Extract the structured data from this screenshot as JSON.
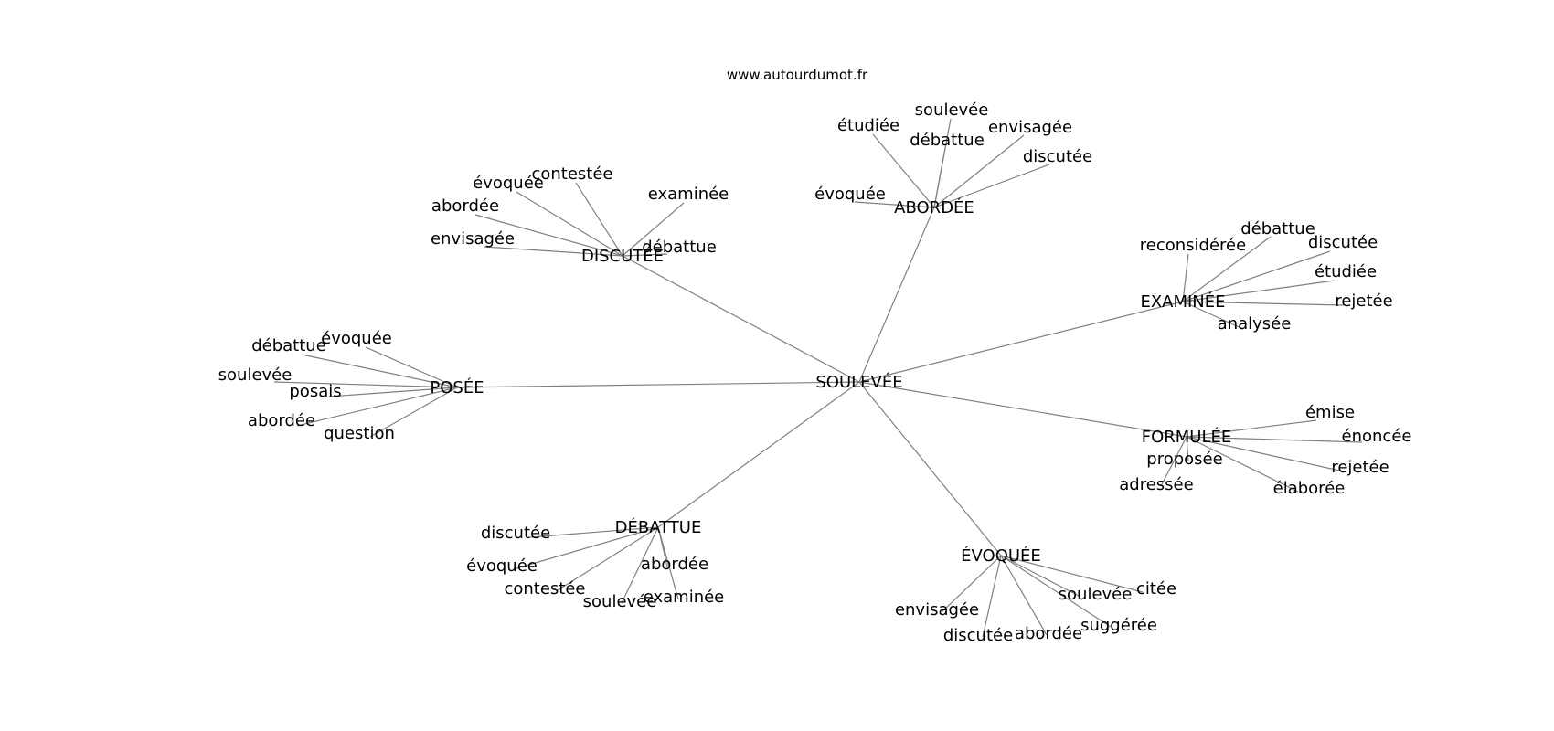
{
  "header": {
    "site": "www.autourdumot.fr"
  },
  "style": {
    "edge_color": "#808080",
    "text_color": "#000000",
    "background": "#ffffff"
  },
  "graph": {
    "center": "SOULEVÉE",
    "clusters": [
      {
        "label": "ABORDÉE",
        "neighbors": [
          "étudiée",
          "soulevée",
          "débattue",
          "envisagée",
          "discutée",
          "évoquée"
        ]
      },
      {
        "label": "DISCUTÉE",
        "neighbors": [
          "contestée",
          "évoquée",
          "abordée",
          "envisagée",
          "examinée",
          "débattue"
        ]
      },
      {
        "label": "EXAMINÉE",
        "neighbors": [
          "reconsidérée",
          "débattue",
          "discutée",
          "étudiée",
          "rejetée",
          "analysée"
        ]
      },
      {
        "label": "POSÉE",
        "neighbors": [
          "évoquée",
          "débattue",
          "soulevée",
          "posais",
          "abordée",
          "question"
        ]
      },
      {
        "label": "FORMULÉE",
        "neighbors": [
          "émise",
          "énoncée",
          "proposée",
          "rejetée",
          "adressée",
          "élaborée"
        ]
      },
      {
        "label": "DÉBATTUE",
        "neighbors": [
          "discutée",
          "évoquée",
          "contestée",
          "abordée",
          "soulevée",
          "examinée"
        ]
      },
      {
        "label": "ÉVOQUÉE",
        "neighbors": [
          "envisagée",
          "discutée",
          "abordée",
          "soulevée",
          "citée",
          "suggérée"
        ]
      }
    ]
  }
}
